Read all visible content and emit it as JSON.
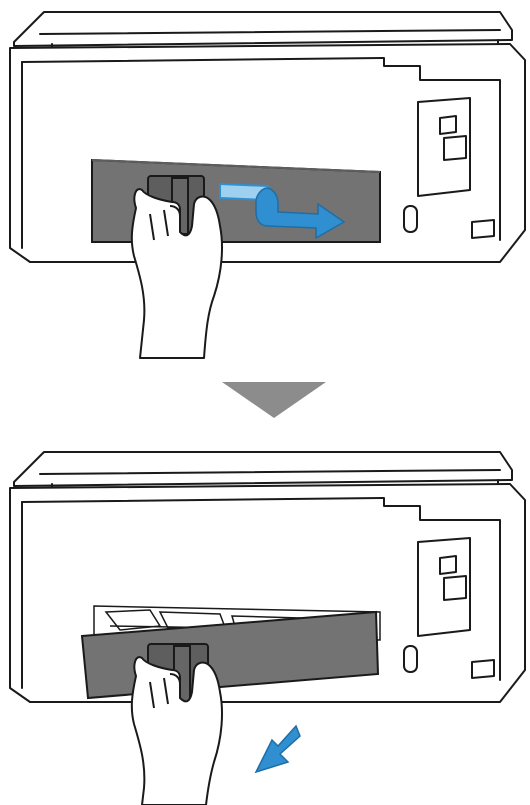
{
  "figure": {
    "steps": [
      {
        "panel": "top",
        "cover_state": "unlocked-slide-right",
        "arrow_direction": "right",
        "arrow_icon": "curved-arrow-right-icon"
      },
      {
        "panel": "bottom",
        "cover_state": "pulled-out",
        "arrow_direction": "down-left",
        "arrow_icon": "arrow-down-left-icon"
      }
    ],
    "transition_icon": "down-triangle-icon"
  },
  "colors": {
    "line": "#1a1a1a",
    "printer_body": "#ffffff",
    "rear_cover": "#737373",
    "rear_cover_dark": "#5e5e5e",
    "arrow_blue": "#2f8fd0",
    "arrow_light_blue": "#9fd0ef",
    "transition_gray": "#8c8c8c"
  }
}
